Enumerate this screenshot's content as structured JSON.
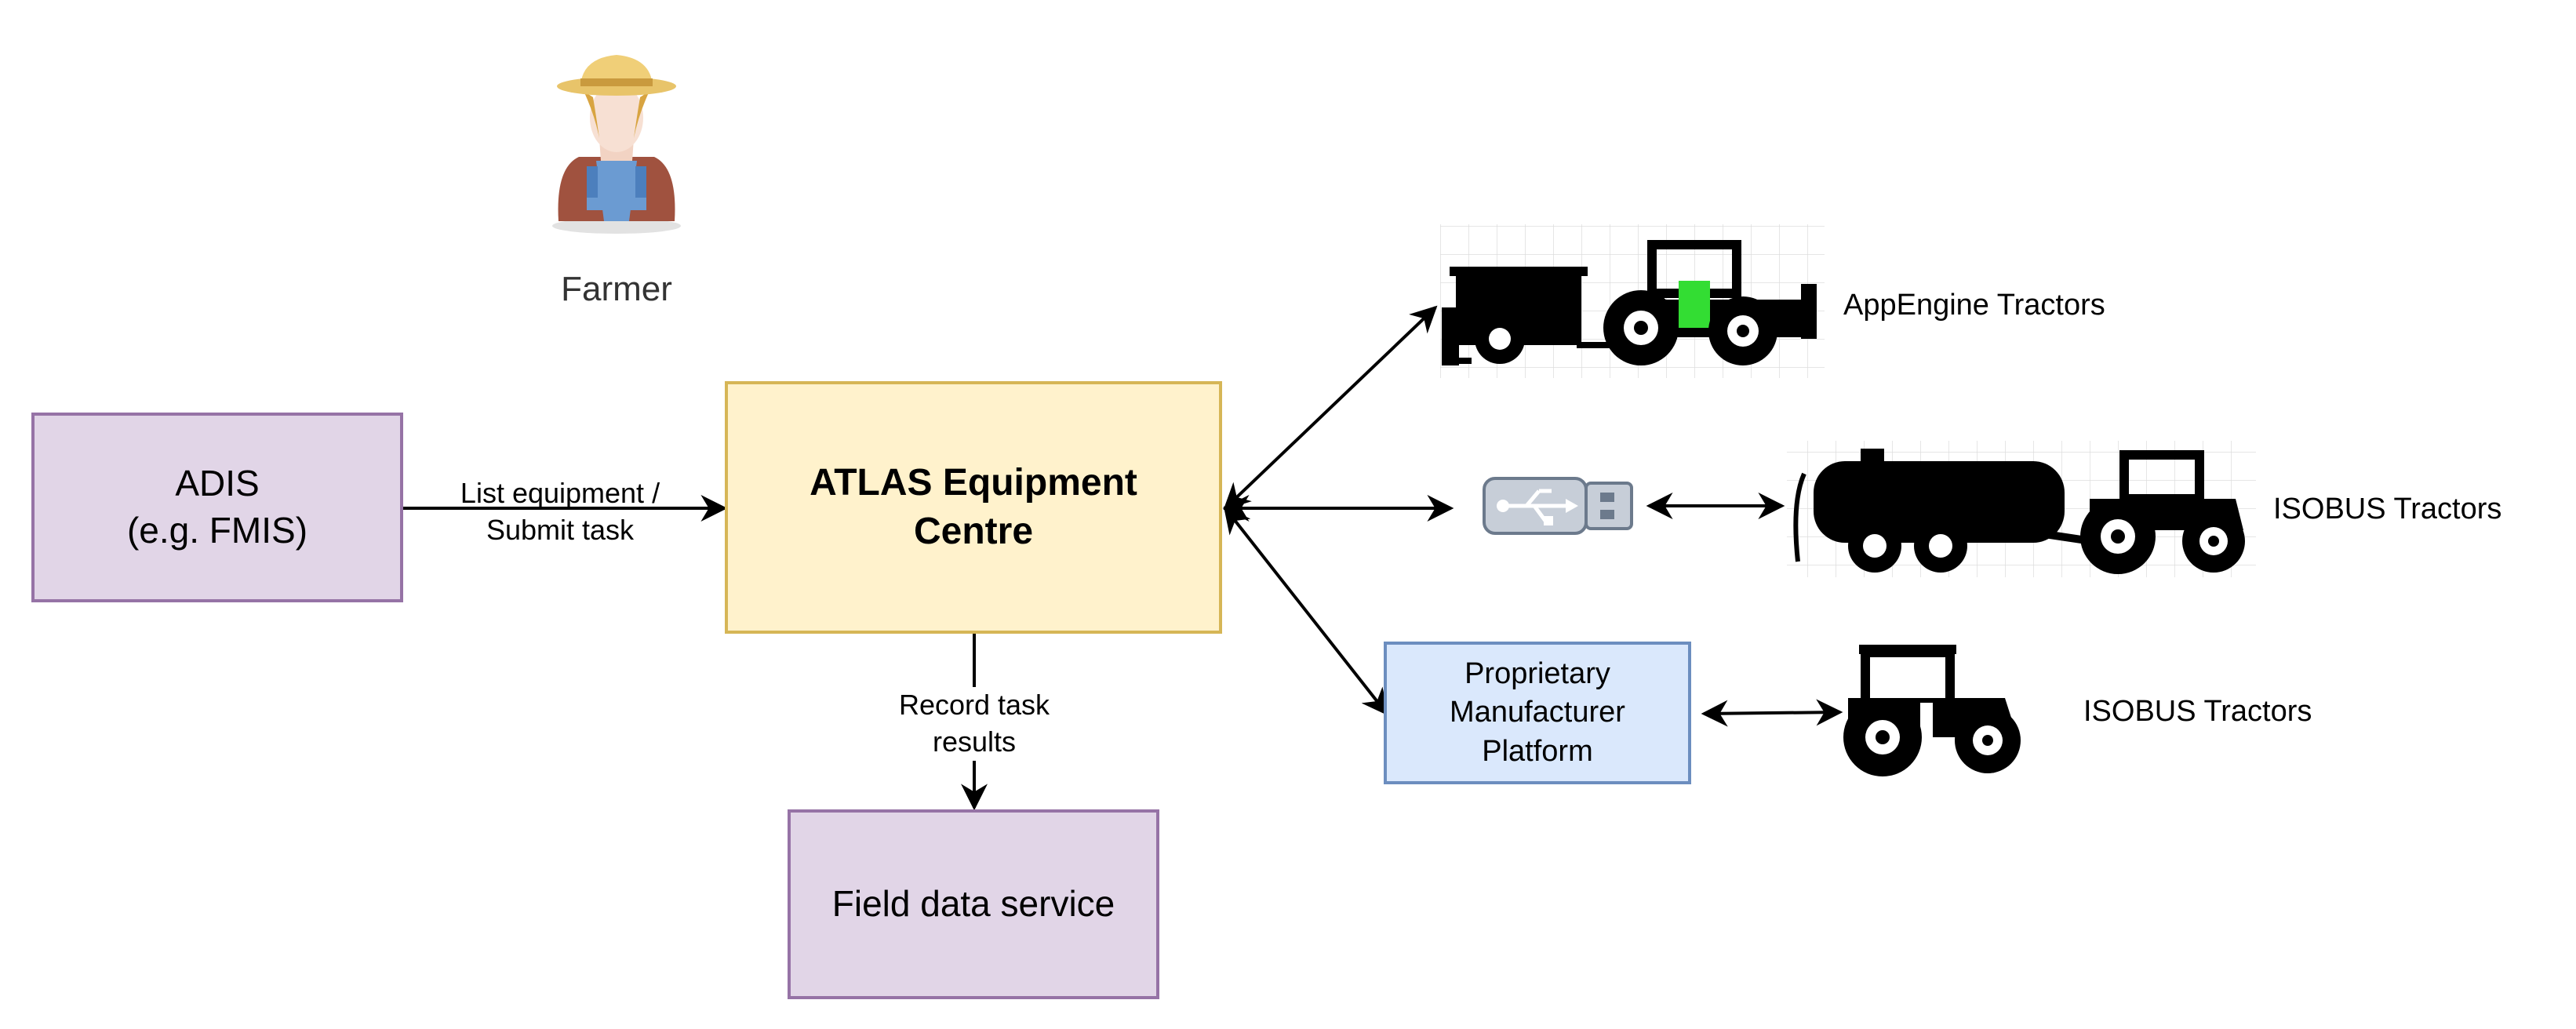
{
  "farmer": {
    "label": "Farmer"
  },
  "adis": {
    "line1": "ADIS",
    "line2": "(e.g. FMIS)"
  },
  "atlas": {
    "line1": "ATLAS Equipment",
    "line2": "Centre"
  },
  "field_service": {
    "label": "Field data service"
  },
  "proprietary": {
    "line1": "Proprietary",
    "line2": "Manufacturer",
    "line3": "Platform"
  },
  "edges": {
    "adis_to_atlas": {
      "line1": "List equipment /",
      "line2": "Submit task"
    },
    "atlas_to_field": {
      "line1": "Record task",
      "line2": "results"
    }
  },
  "targets": {
    "appengine": "AppEngine Tractors",
    "isobus_usb": "ISOBUS Tractors",
    "isobus_platform": "ISOBUS Tractors"
  },
  "colors": {
    "purple_fill": "#e1d5e7",
    "purple_stroke": "#9673a6",
    "yellow_fill": "#fff2cc",
    "yellow_stroke": "#d6b656",
    "blue_fill": "#dae8fc",
    "blue_stroke": "#6c8ebf",
    "green_accent": "#33dd33"
  },
  "icons": [
    "farmer-icon",
    "usb-stick-icon",
    "spreader-tractor-icon",
    "tanker-tractor-icon",
    "tractor-icon"
  ]
}
